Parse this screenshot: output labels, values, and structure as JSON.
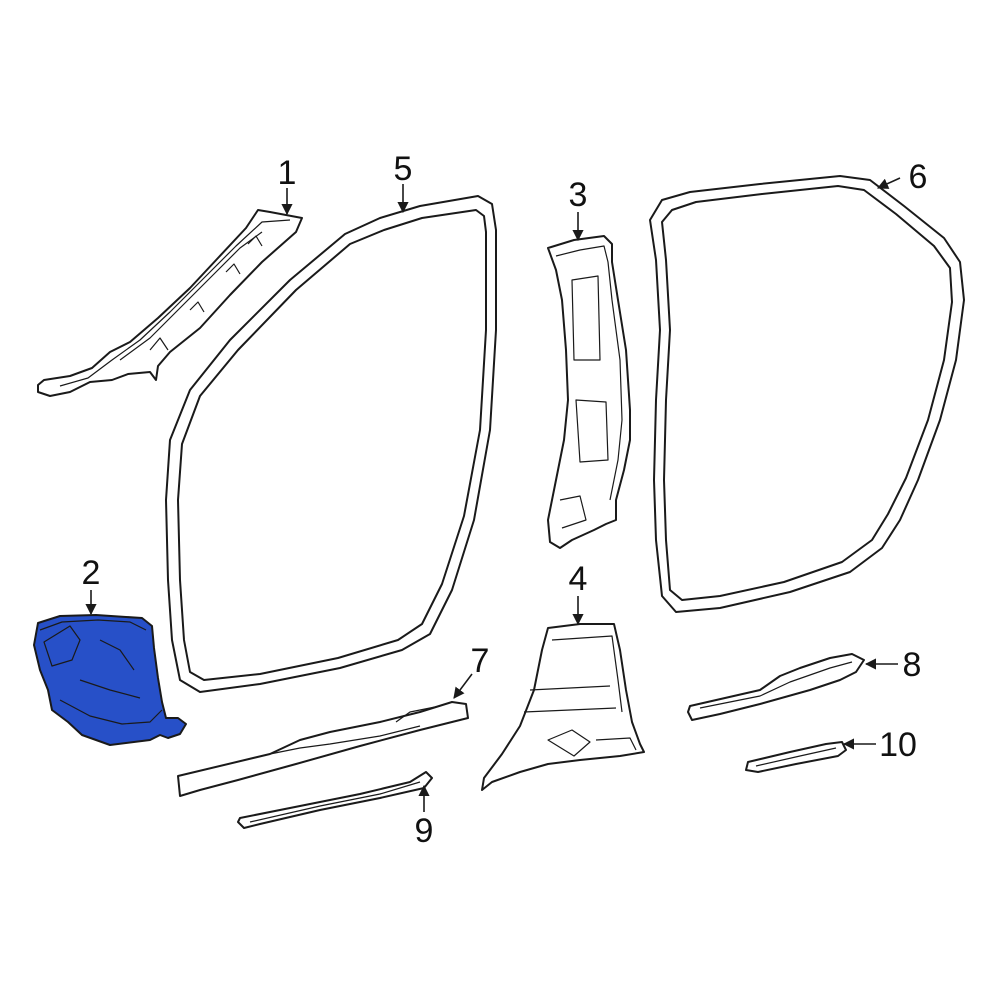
{
  "colors": {
    "highlight": "#2750C8",
    "line": "#1a1a1a",
    "background": "#ffffff"
  },
  "callouts": [
    {
      "id": "1",
      "label": "1"
    },
    {
      "id": "2",
      "label": "2"
    },
    {
      "id": "3",
      "label": "3"
    },
    {
      "id": "4",
      "label": "4"
    },
    {
      "id": "5",
      "label": "5"
    },
    {
      "id": "6",
      "label": "6"
    },
    {
      "id": "7",
      "label": "7"
    },
    {
      "id": "8",
      "label": "8"
    },
    {
      "id": "9",
      "label": "9"
    },
    {
      "id": "10",
      "label": "10"
    }
  ],
  "highlighted_part": "2"
}
